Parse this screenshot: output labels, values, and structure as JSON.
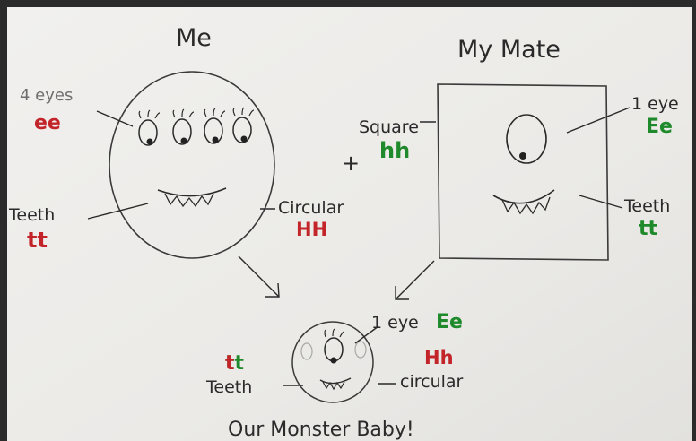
{
  "titles": {
    "me": "Me",
    "mate": "My Mate",
    "baby": "Our Monster Baby!"
  },
  "me": {
    "eyes_label": "4 eyes",
    "eyes_genotype": "ee",
    "teeth_label": "Teeth",
    "teeth_genotype": "tt",
    "shape_label": "Circular",
    "shape_genotype": "HH"
  },
  "mate": {
    "shape_label": "Square",
    "shape_genotype": "hh",
    "eye_label": "1 eye",
    "eye_genotype": "Ee",
    "teeth_label": "Teeth",
    "teeth_genotype": "tt"
  },
  "baby": {
    "eye_label": "1 eye",
    "eye_genotype": "Ee",
    "teeth_label": "Teeth",
    "teeth_genotype": "tt",
    "shape_label": "circular",
    "shape_genotype": "Hh"
  },
  "symbols": {
    "plus": "+"
  },
  "colors": {
    "paper": "#ecebe8",
    "ink": "#2a2a2a",
    "pencil": "#6e6e6e",
    "red": "#c3242a",
    "green": "#1f8a2c"
  }
}
